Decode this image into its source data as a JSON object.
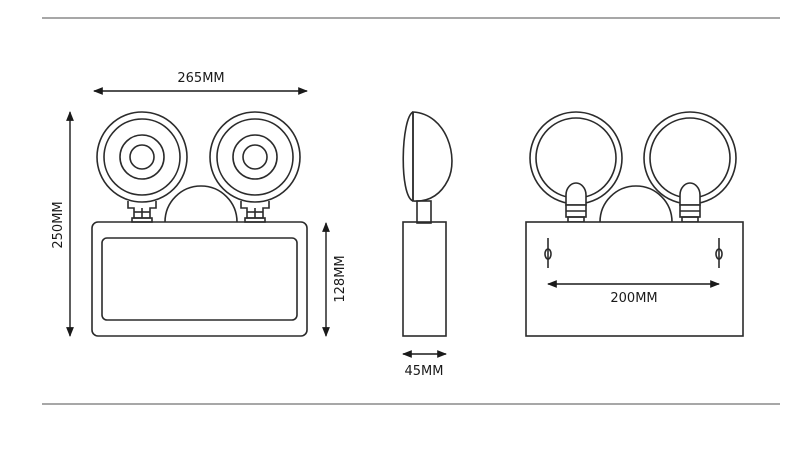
{
  "labels": {
    "front_width": "265MM",
    "front_height": "250MM",
    "box_height": "128MM",
    "side_depth": "45MM",
    "mount_spacing": "200MM"
  },
  "colors": {
    "line": "#2b2b2b",
    "rule": "#8a8a8a",
    "background": "#ffffff"
  }
}
